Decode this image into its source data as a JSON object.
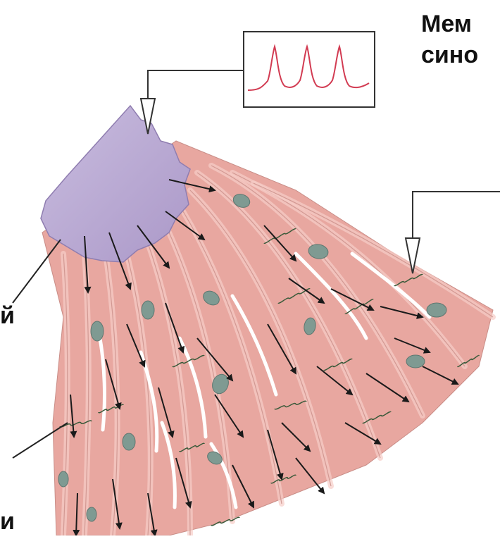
{
  "title": {
    "line1": "Мем",
    "line2": "сино"
  },
  "side_labels": {
    "upper": "й",
    "lower": "и"
  },
  "colors": {
    "pacemaker_node": "#b9a8d3",
    "muscle_fiber": "#e8a7a0",
    "nucleus": "#7f9a92",
    "action_potential": "#d23b52",
    "arrow": "#1a1a1a"
  }
}
